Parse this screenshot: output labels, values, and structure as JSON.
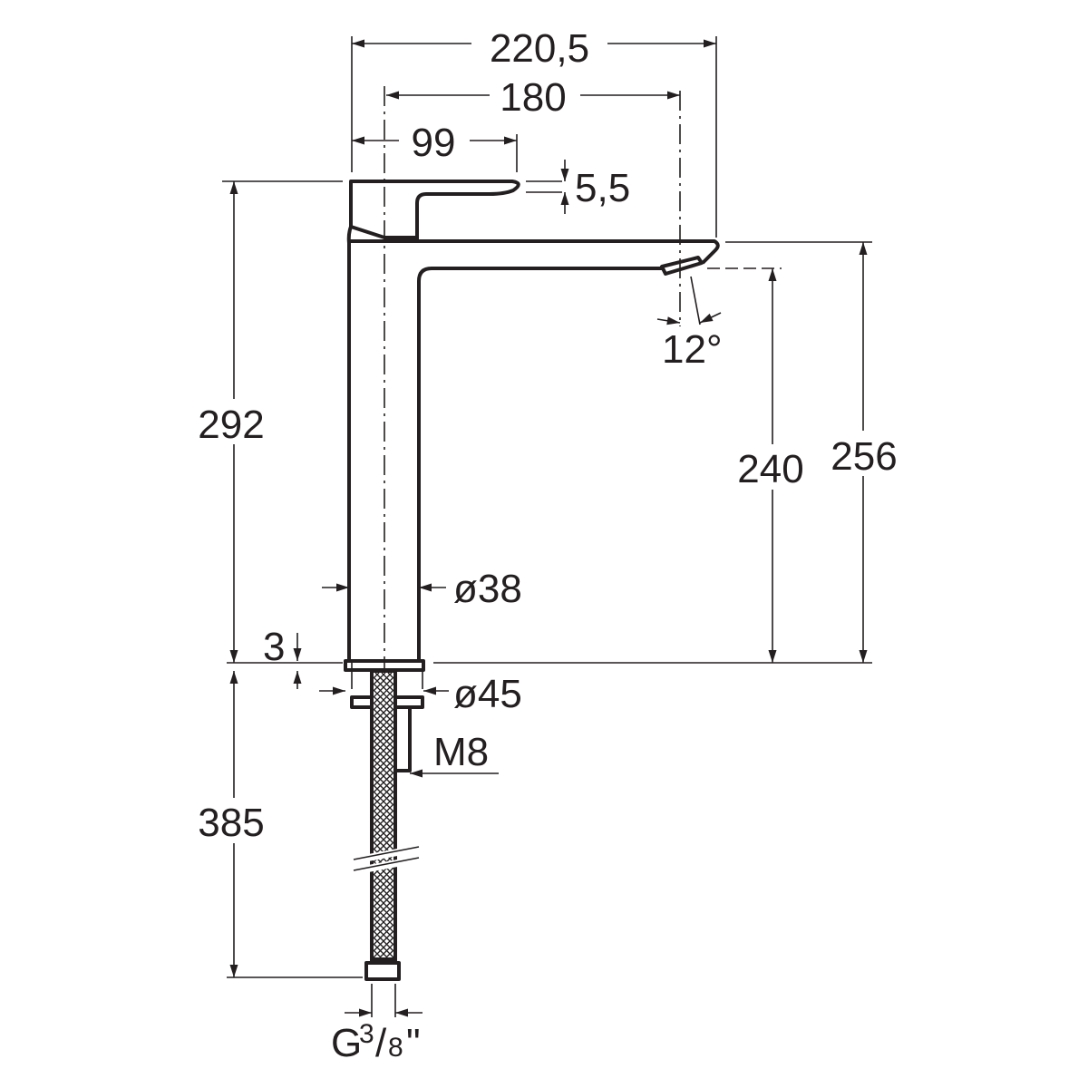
{
  "drawing": {
    "dimensions": {
      "overall_width": "220,5",
      "spout_reach": "180",
      "handle_reach": "99",
      "handle_gap": "5,5",
      "spout_angle": "12°",
      "total_height": "292",
      "outlet_height": "240",
      "spout_height": "256",
      "body_diameter": "ø38",
      "flange_thickness": "3",
      "flange_diameter": "ø45",
      "stud_thread": "M8",
      "hose_length": "385",
      "connection": {
        "prefix": "G",
        "numerator": "3",
        "slash": "/",
        "denominator": "8",
        "suffix": "\""
      }
    },
    "colors": {
      "line": "#231f20",
      "background": "#ffffff"
    }
  }
}
